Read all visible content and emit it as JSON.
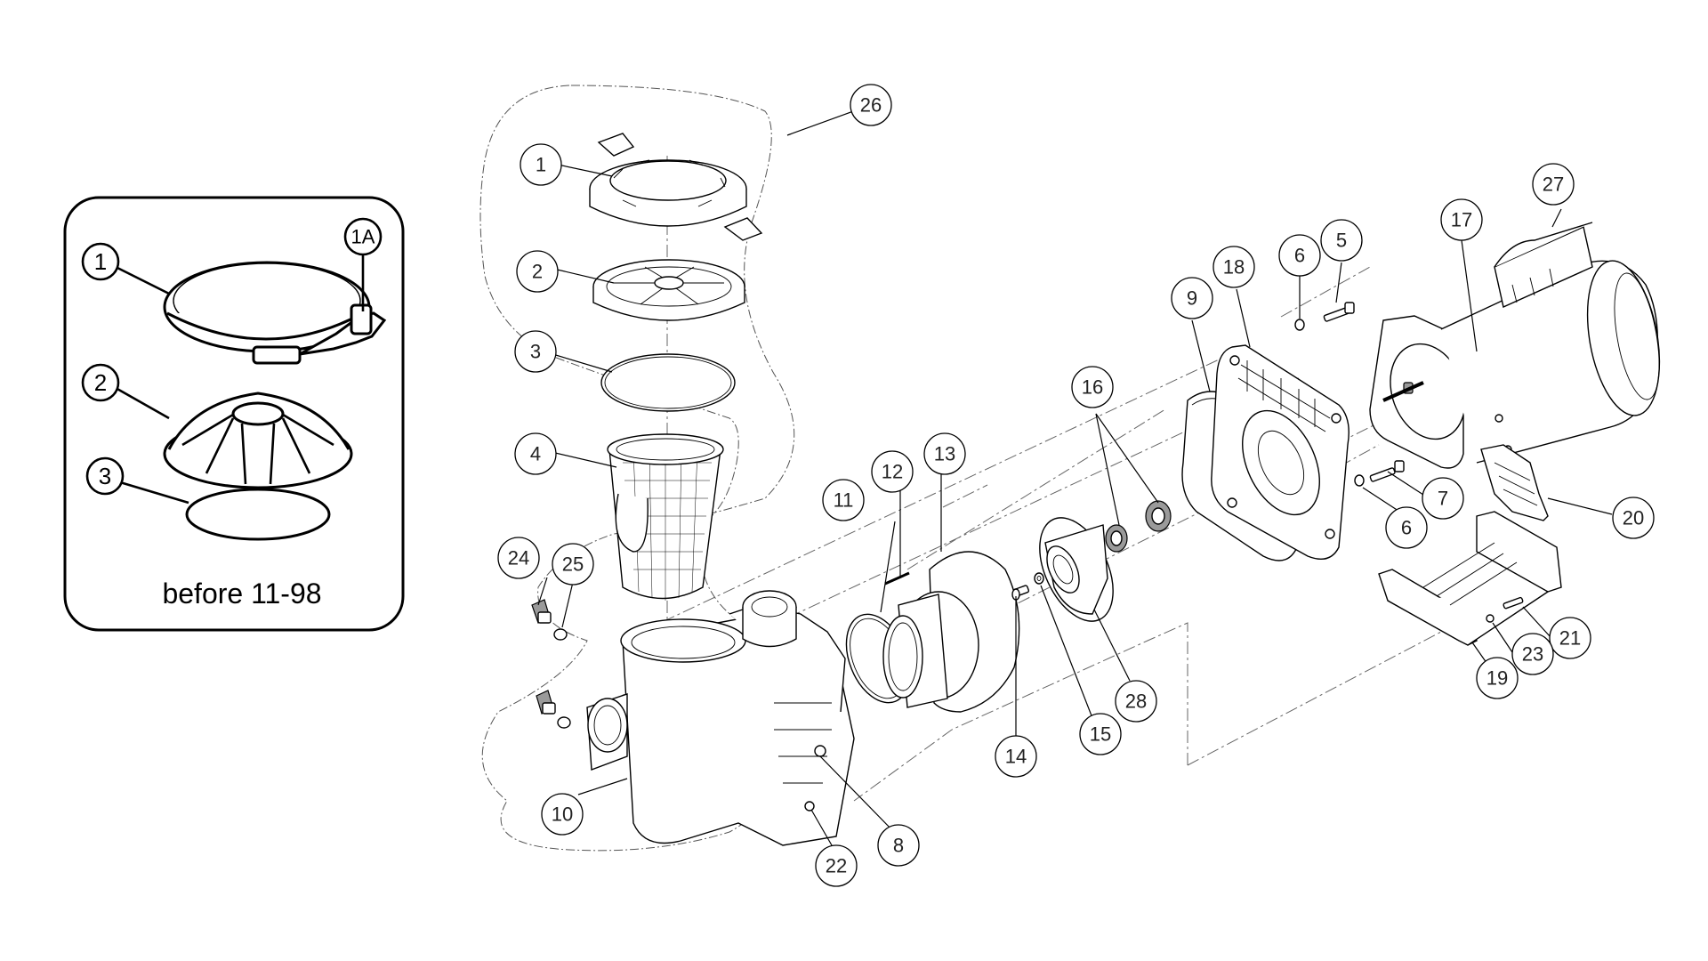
{
  "inset": {
    "caption": "before 11-98",
    "callouts": [
      "1",
      "1A",
      "2",
      "3"
    ]
  },
  "callouts": {
    "c1": "1",
    "c2": "2",
    "c3": "3",
    "c4": "4",
    "c5": "5",
    "c6a": "6",
    "c6b": "6",
    "c7": "7",
    "c8": "8",
    "c9": "9",
    "c10": "10",
    "c11": "11",
    "c12": "12",
    "c13": "13",
    "c14": "14",
    "c15": "15",
    "c16": "16",
    "c17": "17",
    "c18": "18",
    "c19": "19",
    "c20": "20",
    "c21": "21",
    "c22": "22",
    "c23": "23",
    "c24": "24",
    "c25": "25",
    "c26": "26",
    "c27": "27",
    "c28": "28"
  }
}
